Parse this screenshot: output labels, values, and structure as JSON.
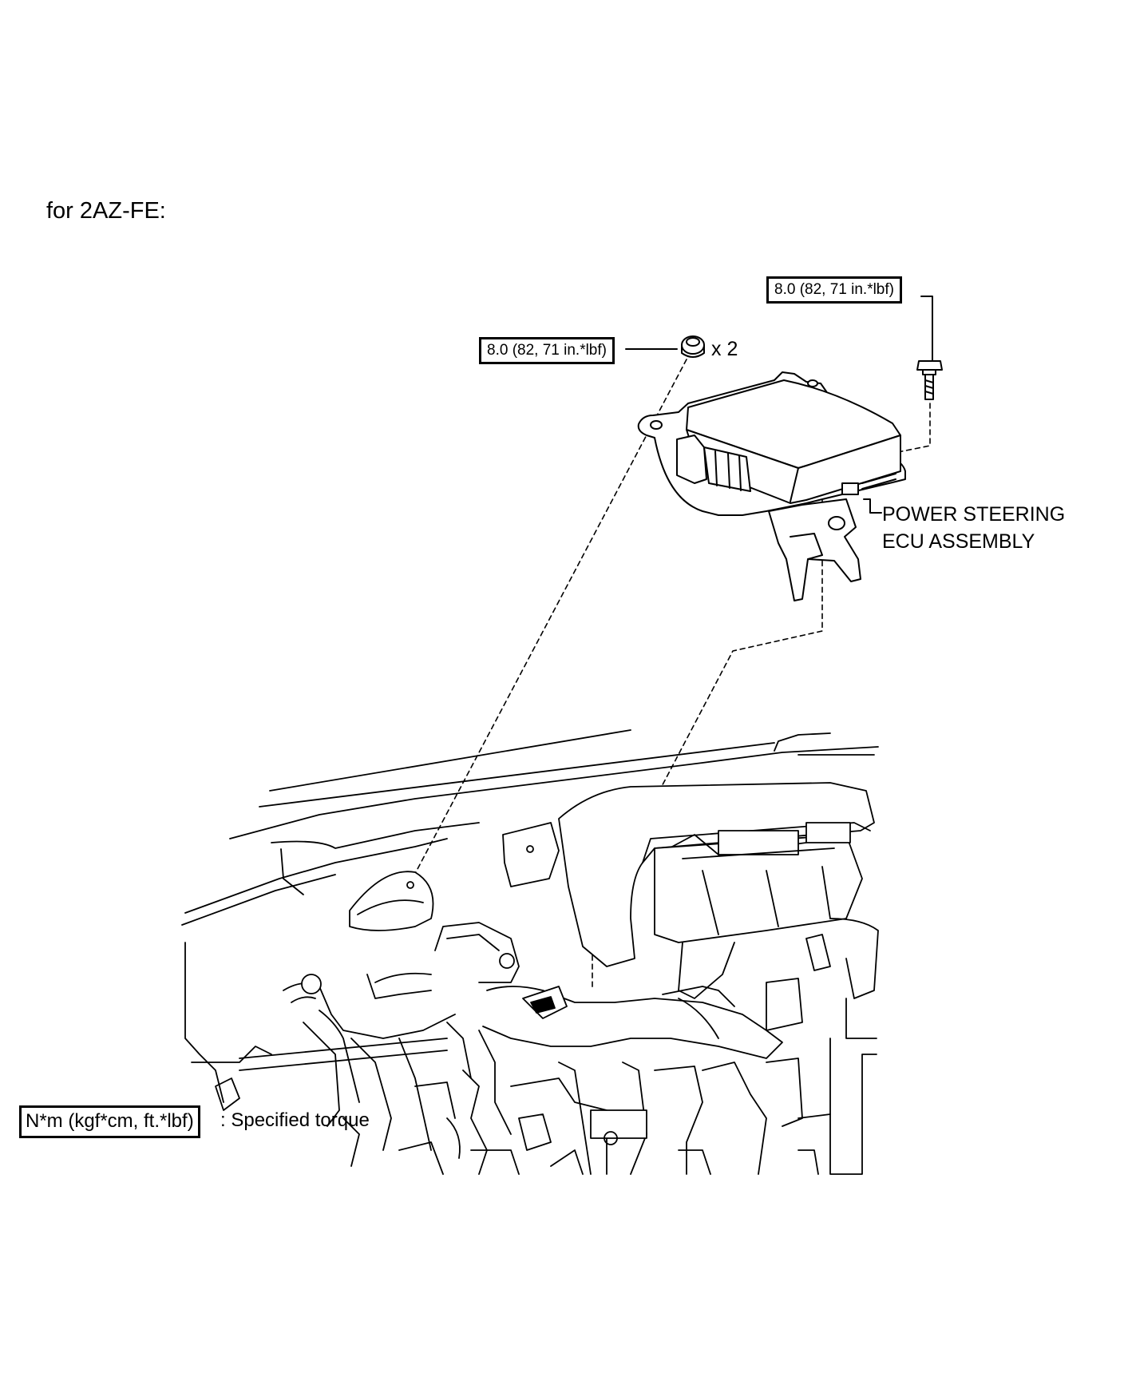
{
  "heading": "for 2AZ-FE:",
  "callouts": {
    "torque_nut": "8.0 (82, 71 in.*lbf)",
    "nut_quantity": "x 2",
    "torque_bolt": "8.0 (82, 71 in.*lbf)"
  },
  "part_label": {
    "line1": "POWER STEERING",
    "line2": "ECU ASSEMBLY"
  },
  "legend": {
    "box": "N*m (kgf*cm, ft.*lbf)",
    "text": ": Specified torque"
  }
}
